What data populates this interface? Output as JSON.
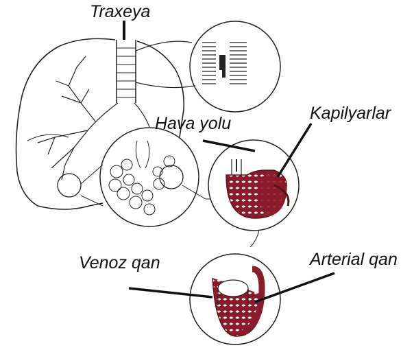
{
  "labels": {
    "trachea": "Traxeya",
    "airway": "Hava yolu",
    "capillaries": "Kapilyarlar",
    "venous_blood": "Venoz qan",
    "arterial_blood": "Arterial qan"
  },
  "colors": {
    "ink": "#222222",
    "blood": "#8b1a2a",
    "blood_dark": "#5a0f1a",
    "background": "#ffffff"
  }
}
